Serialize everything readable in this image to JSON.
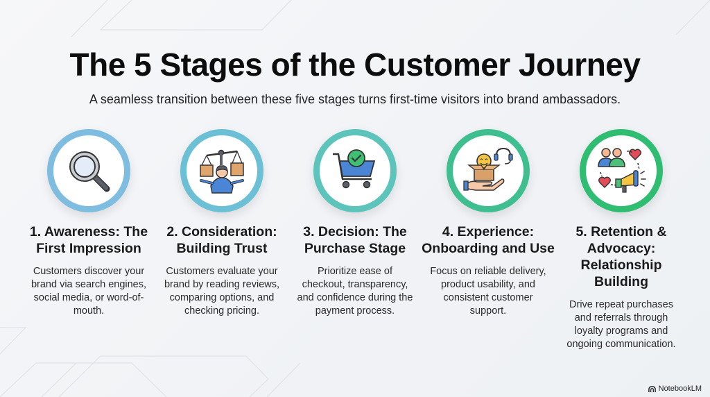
{
  "header": {
    "title": "The 5 Stages of the Customer Journey",
    "subtitle": "A seamless transition between these five stages turns first-time visitors into brand ambassadors."
  },
  "stages": [
    {
      "title": "1. Awareness: The First Impression",
      "description": "Customers discover your brand via search engines, social media, or word-of-mouth.",
      "icon": "magnifying-glass-icon",
      "ring_color": "#7fbde0"
    },
    {
      "title": "2. Consideration: Building Trust",
      "description": "Customers evaluate your brand by reading reviews, comparing options, and checking pricing.",
      "icon": "person-balance-scale-icon",
      "ring_color": "#6cc0d6"
    },
    {
      "title": "3. Decision: The Purchase Stage",
      "description": "Prioritize ease of checkout, transparency, and confidence during the payment process.",
      "icon": "shopping-cart-check-icon",
      "ring_color": "#5cc4bb"
    },
    {
      "title": "4. Experience: Onboarding and Use",
      "description": "Focus on reliable delivery, product usability, and consistent customer support.",
      "icon": "box-smiley-headset-icon",
      "ring_color": "#3fbf90"
    },
    {
      "title": "5. Retention & Advocacy: Relationship Building",
      "description": "Drive repeat purchases and referrals through loyalty programs and ongoing communication.",
      "icon": "people-hearts-megaphone-icon",
      "ring_color": "#2fbd72"
    }
  ],
  "watermark": {
    "label": "NotebookLM"
  }
}
